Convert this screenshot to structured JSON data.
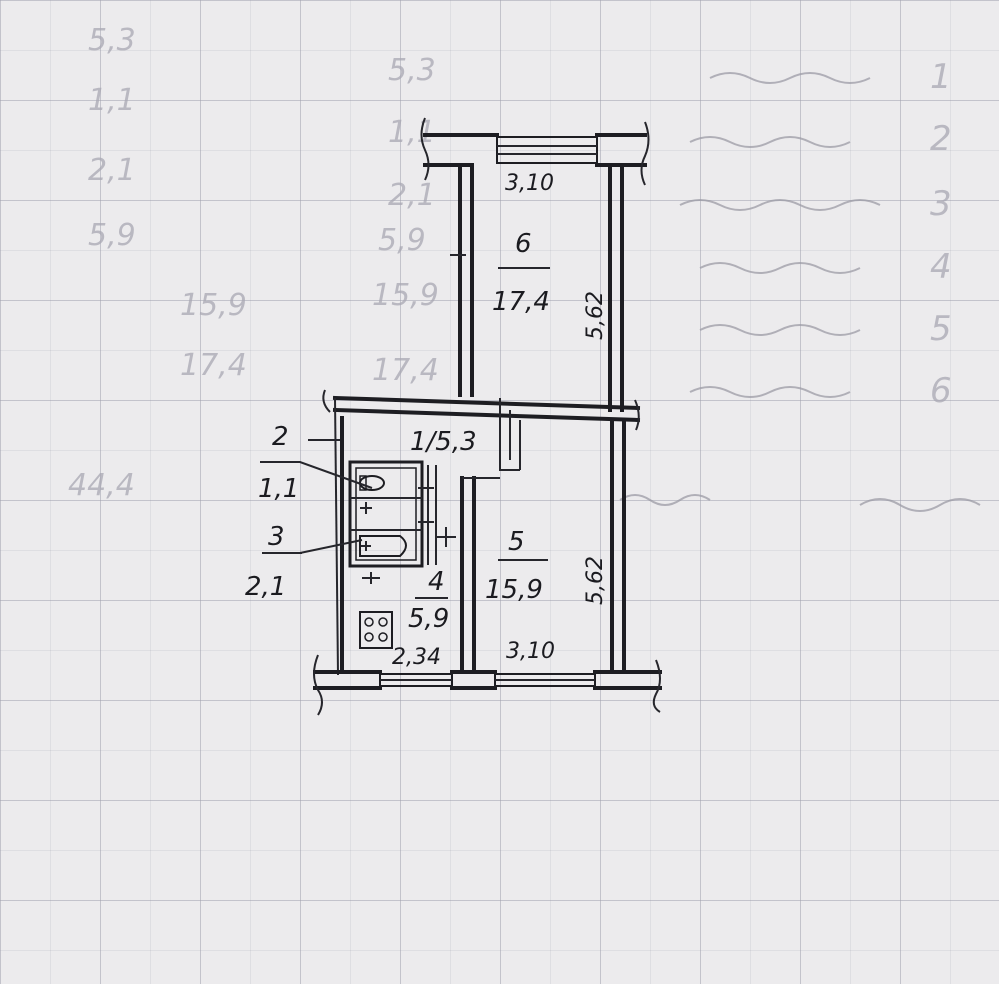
{
  "rooms": {
    "r6": {
      "number": "6",
      "area": "17,4",
      "width": "3,10",
      "length": "5,62"
    },
    "r1": {
      "label": "1/5,3"
    },
    "r2": {
      "number": "2",
      "area": "1,1"
    },
    "r3": {
      "number": "3",
      "area": "2,1"
    },
    "r4": {
      "number": "4",
      "area": "5,9",
      "width": "2,34"
    },
    "r5": {
      "number": "5",
      "area": "15,9",
      "width": "3,10",
      "length": "5,62"
    }
  },
  "background_text": {
    "row_numbers": [
      "1",
      "2",
      "3",
      "4",
      "5",
      "6"
    ],
    "areas_col": [
      "5,3",
      "1,1",
      "2,1",
      "5,9",
      "15,9",
      "17,4"
    ],
    "left_col": [
      "5,3",
      "1,1",
      "2,1",
      "5,9"
    ],
    "mid_col": [
      "15,9",
      "17,4"
    ],
    "total": "44,4"
  }
}
